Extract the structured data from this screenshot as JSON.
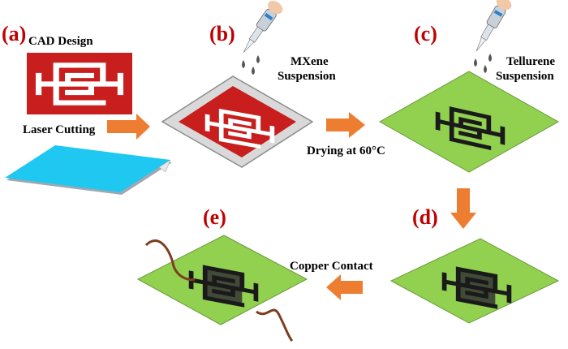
{
  "panels": {
    "a": "(a)",
    "b": "(b)",
    "c": "(c)",
    "d": "(d)",
    "e": "(e)"
  },
  "labels": {
    "cad_design": "CAD Design",
    "laser_cutting": "Laser Cutting",
    "mxene_line1": "MXene",
    "mxene_line2": "Suspension",
    "tellurene_line1": "Tellurene",
    "tellurene_line2": "Suspension",
    "drying": "Drying at 60°C",
    "copper_contact": "Copper Contact"
  },
  "colors": {
    "panel_label": "#c00000",
    "cad_red": "#c81e1e",
    "sheet_cyan": "#1ec8f0",
    "green_sheet": "#92d050",
    "gray_sheet": "#d9d9d9",
    "pattern_black": "#1a1a1a",
    "arrow_orange": "#ed7d31",
    "copper_wire": "#7b3f1e"
  },
  "icons": [
    "pipette-icon",
    "droplet-icon",
    "arrow-right-icon",
    "arrow-down-icon",
    "arrow-left-icon"
  ]
}
